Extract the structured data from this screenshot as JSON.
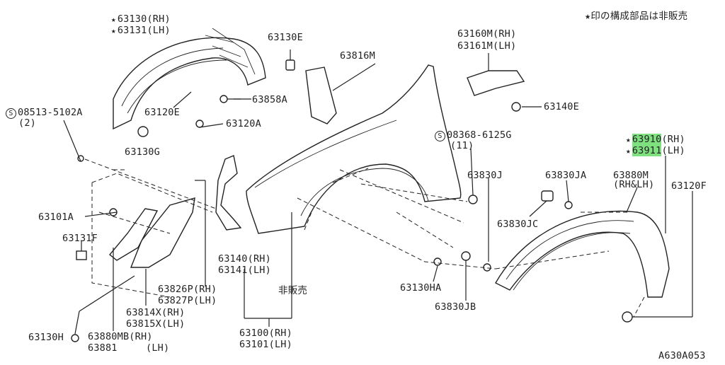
{
  "note": "★印の構成部品は非販売",
  "figure_id": "A630A053",
  "labels": {
    "p63130": "63130(RH)",
    "p63131": "63131(LH)",
    "p63130E": "63130E",
    "p63816M": "63816M",
    "p63160M": "63160M(RH)",
    "p63161M": "63161M(LH)",
    "p63140E": "63140E",
    "p63858A": "63858A",
    "p63120E": "63120E",
    "p08513": "08513-5102A",
    "p08513q": "(2)",
    "p63120A": "63120A",
    "p63130G": "63130G",
    "p08368": "08368-6125G",
    "p08368q": "(11)",
    "p63910": "63910",
    "p63910s": "(RH)",
    "p63911": "63911",
    "p63911s": "(LH)",
    "p63830J": "63830J",
    "p63830JA": "63830JA",
    "p63880M": "63880M",
    "p63880Ms": "(RH&LH)",
    "p63120F": "63120F",
    "p63101A": "63101A",
    "p63830JC": "63830JC",
    "p63131F": "63131F",
    "p63140": "63140(RH)",
    "p63141": "63141(LH)",
    "p63826P": "63826P(RH)",
    "p63827P": "63827P(LH)",
    "p63814X": "63814X(RH)",
    "p63815X": "63815X(LH)",
    "p63130HA": "63130HA",
    "p63830JB": "63830JB",
    "hihanbai": "非販売",
    "p63100": "63100(RH)",
    "p63101": "63101(LH)",
    "p63130H": "63130H",
    "p63880MB": "63880MB(RH)",
    "p63881": "63881",
    "p63881s": "(LH)"
  },
  "symbols": {
    "star": "★",
    "s_mark": "S"
  },
  "colors": {
    "highlight": "#7ee07e",
    "line": "#222222"
  }
}
